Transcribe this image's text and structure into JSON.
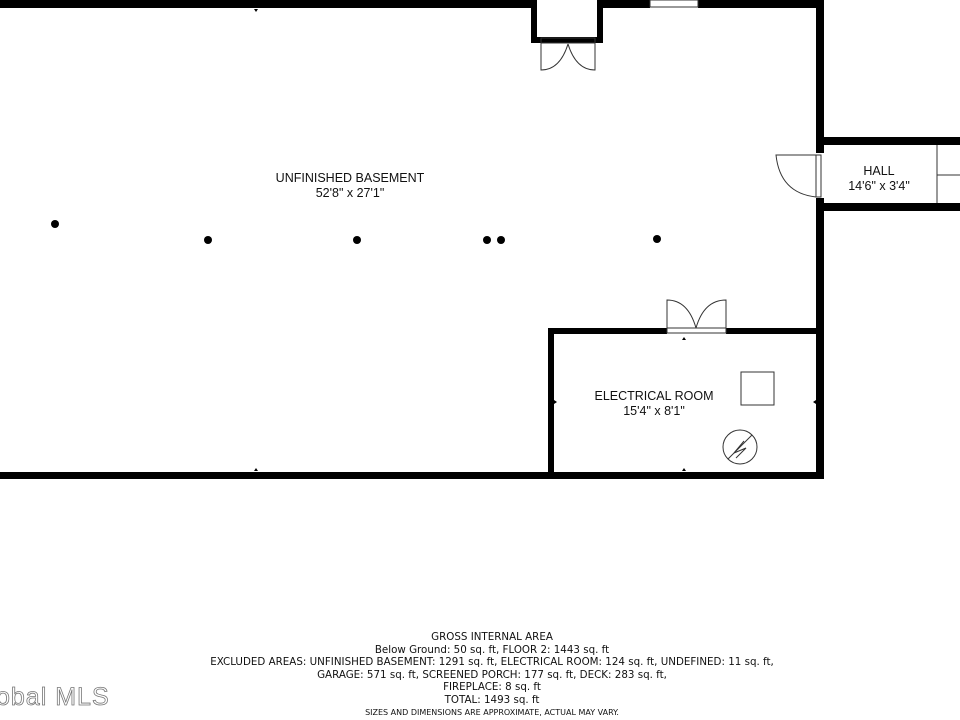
{
  "rooms": [
    {
      "name": "UNFINISHED BASEMENT",
      "dims": "52'8\" x 27'1\""
    },
    {
      "name": "HALL",
      "dims": "14'6\" x 3'4\""
    },
    {
      "name": "ELECTRICAL ROOM",
      "dims": "15'4\" x 8'1\""
    }
  ],
  "footer": {
    "title": "GROSS INTERNAL AREA",
    "line1": "Below Ground: 50 sq. ft, FLOOR 2: 1443 sq. ft",
    "line2": "EXCLUDED AREAS: UNFINISHED BASEMENT: 1291 sq. ft, ELECTRICAL ROOM: 124 sq. ft, UNDEFINED: 11 sq. ft,",
    "line3": "GARAGE: 571 sq. ft, SCREENED PORCH: 177 sq. ft, DECK: 283 sq. ft,",
    "line4": "FIREPLACE: 8 sq. ft",
    "total": "TOTAL: 1493 sq. ft",
    "disclaimer": "SIZES AND DIMENSIONS ARE APPROXIMATE, ACTUAL MAY VARY."
  },
  "watermark": "obal MLS"
}
